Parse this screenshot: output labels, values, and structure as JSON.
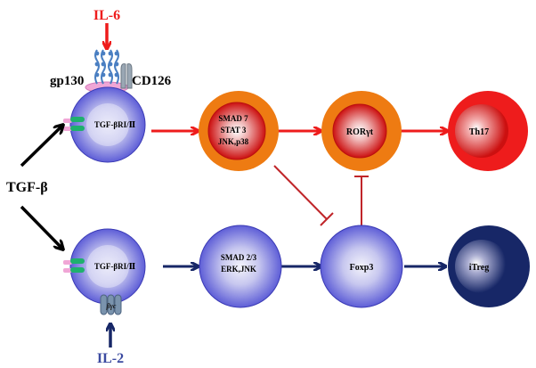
{
  "labels": {
    "il6": "IL-6",
    "gp130": "gp130",
    "cd126": "CD126",
    "tgfb": "TGF-β",
    "il2": "IL-2",
    "receptor_top": "TGF-βRI/Ⅱ",
    "receptor_bottom": "TGF-βRI/Ⅱ",
    "il2_receptor": "βγc"
  },
  "cells": {
    "smad7": [
      "SMAD 7",
      "STAT 3",
      "JNK,p38"
    ],
    "ror": "RORγt",
    "th17": "Th17",
    "smad23": [
      "SMAD 2/3",
      "ERK,JNK"
    ],
    "foxp3": "Foxp3",
    "itreg": "iTreg"
  },
  "colors": {
    "red_path": "#ee1c1c",
    "navy_path": "#172767",
    "inhibit": "#c0262a",
    "blue_cell": "#5a5ad2",
    "orange_cell": "#ee7b12",
    "red_cell": "#d3171d",
    "black": "#000000"
  }
}
